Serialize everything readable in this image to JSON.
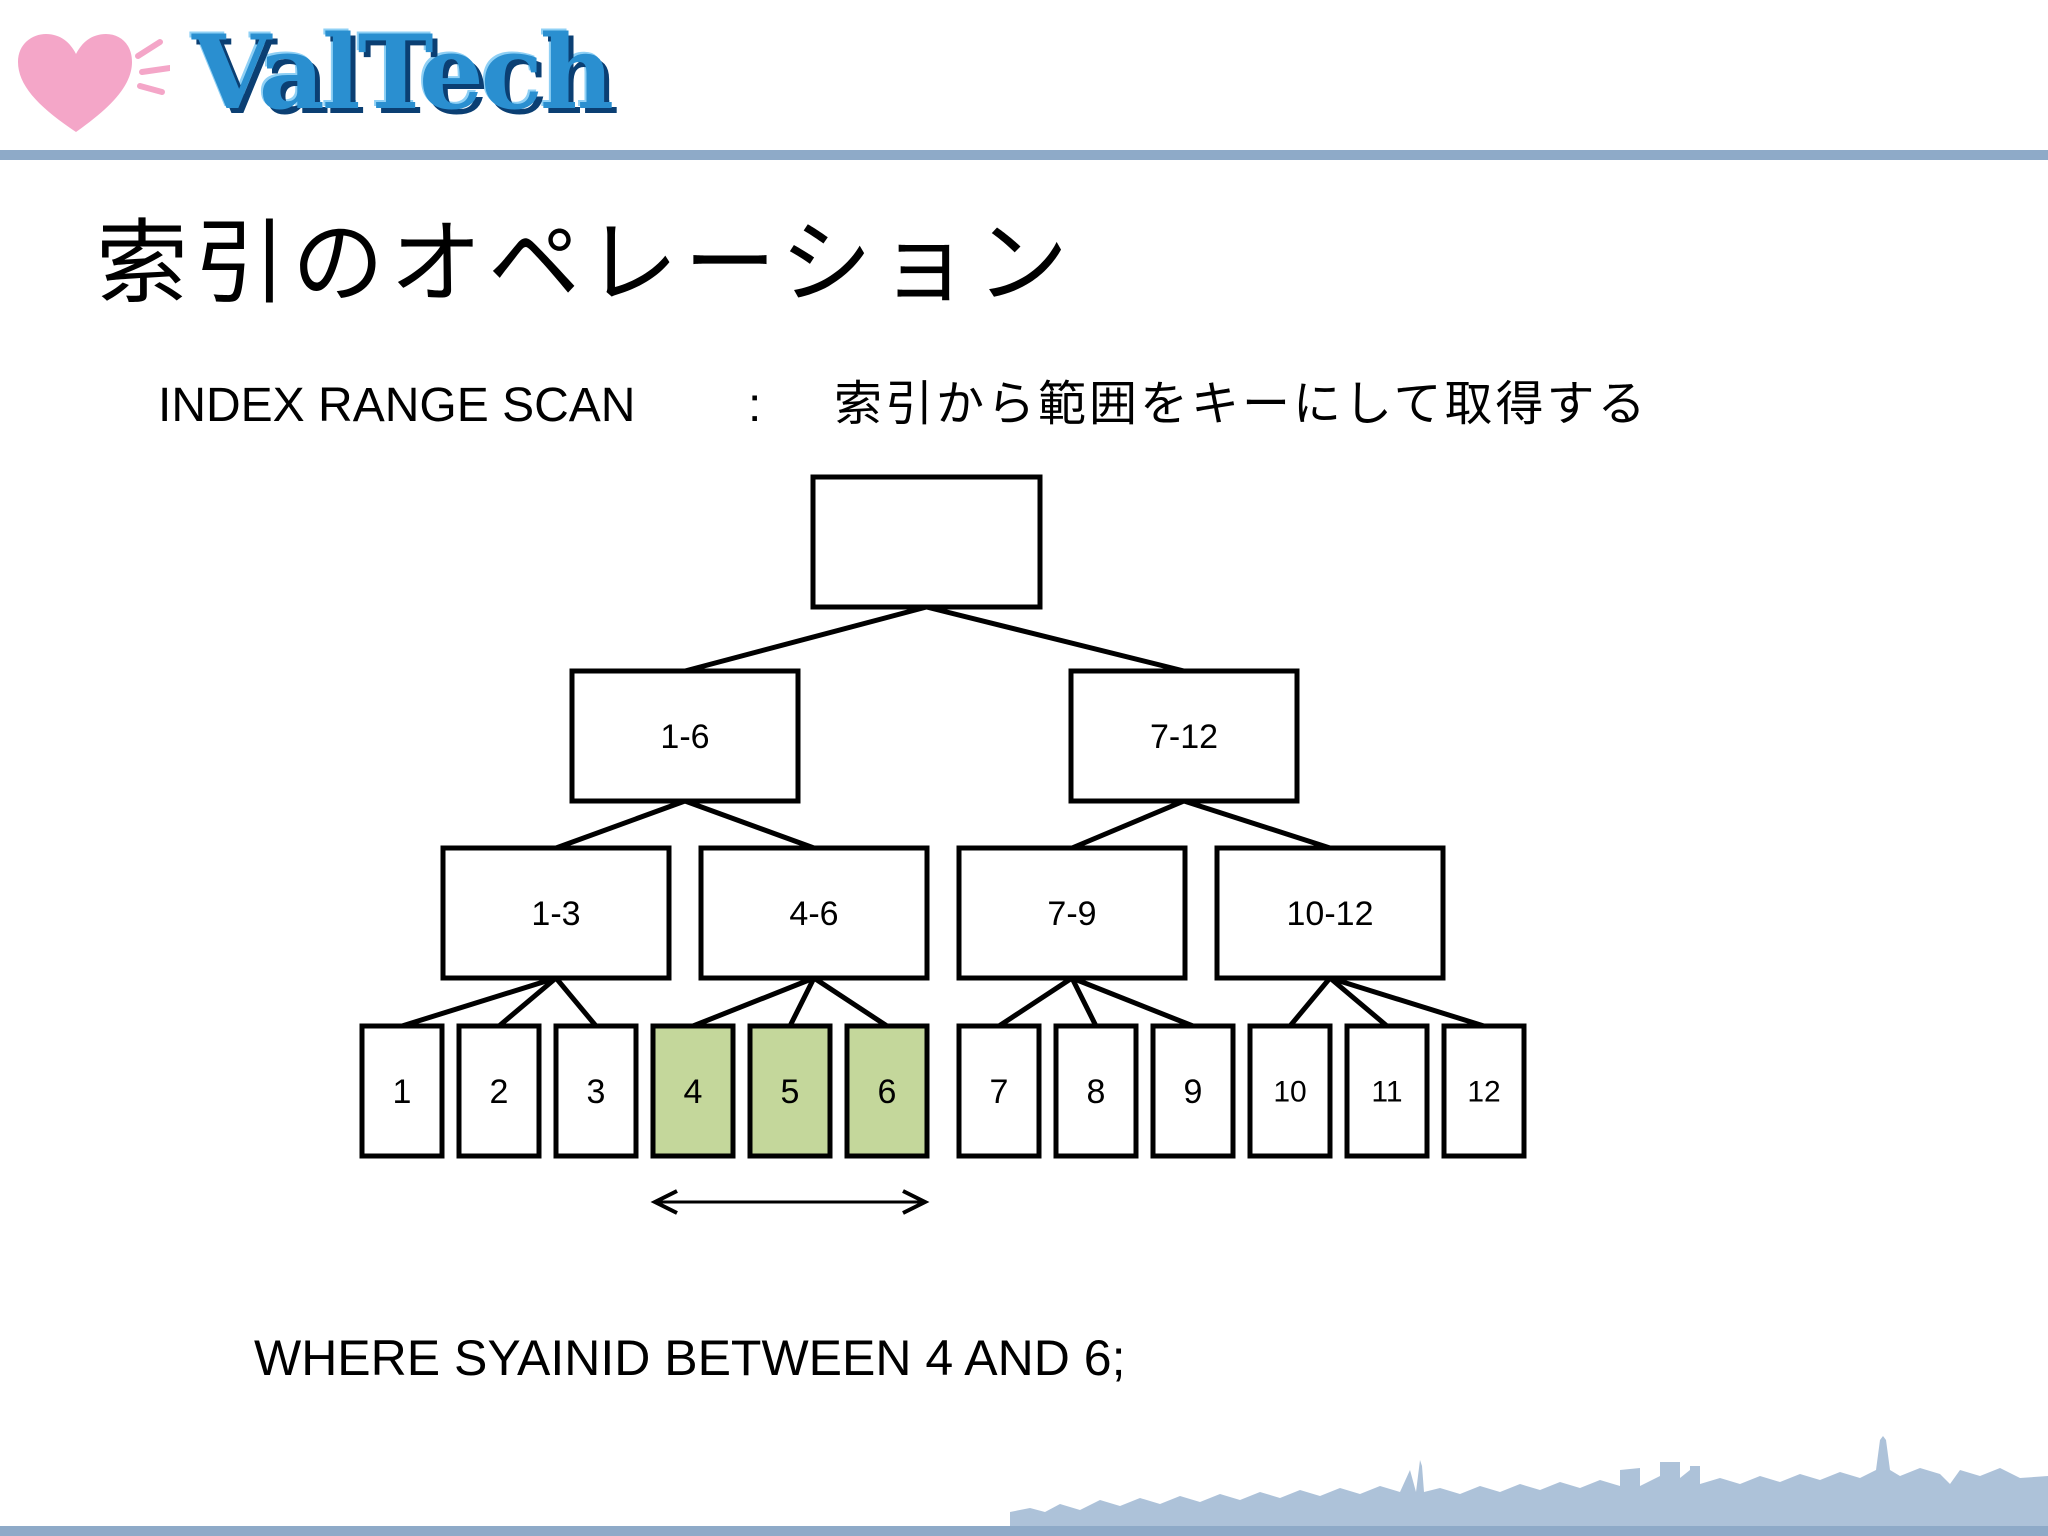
{
  "header": {
    "logo_text": "ValTech",
    "brand_colors": {
      "logo_blue": "#2a8fd0",
      "logo_shadow": "#0b3f73",
      "heart_pink": "#f4a6c8",
      "rule_blue": "#8eaac8"
    }
  },
  "title": "索引のオペレーション",
  "subtitle": {
    "term": "INDEX RANGE SCAN",
    "separator": ":",
    "description": "索引から範囲をキーにして取得する"
  },
  "tree": {
    "root": {
      "label": ""
    },
    "level1": [
      {
        "label": "1-6"
      },
      {
        "label": "7-12"
      }
    ],
    "level2": [
      {
        "label": "1-3"
      },
      {
        "label": "4-6"
      },
      {
        "label": "7-9"
      },
      {
        "label": "10-12"
      }
    ],
    "leaves": [
      {
        "label": "1",
        "selected": false
      },
      {
        "label": "2",
        "selected": false
      },
      {
        "label": "3",
        "selected": false
      },
      {
        "label": "4",
        "selected": true
      },
      {
        "label": "5",
        "selected": true
      },
      {
        "label": "6",
        "selected": true
      },
      {
        "label": "7",
        "selected": false
      },
      {
        "label": "8",
        "selected": false
      },
      {
        "label": "9",
        "selected": false
      },
      {
        "label": "10",
        "selected": false
      },
      {
        "label": "11",
        "selected": false
      },
      {
        "label": "12",
        "selected": false
      }
    ],
    "highlight_color": "#c4d79b",
    "range_arrow": {
      "from": "4",
      "to": "6"
    }
  },
  "query": "WHERE SYAINID BETWEEN 4 AND 6;"
}
